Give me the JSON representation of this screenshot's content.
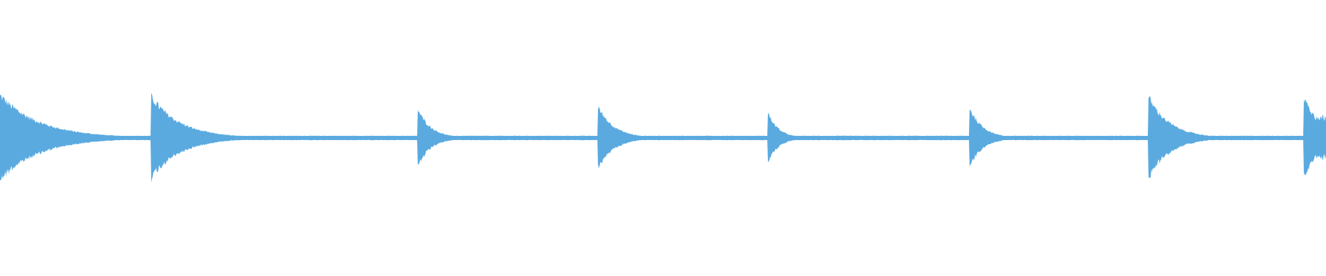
{
  "waveform": {
    "color": "#5aaae0",
    "background": "#ffffff",
    "baseline_amplitude": 0.05,
    "onsets": [
      {
        "position": 0.0,
        "amplitude": 1.0,
        "decay": 0.03
      },
      {
        "position": 0.114,
        "amplitude": 0.97,
        "decay": 0.022
      },
      {
        "position": 0.315,
        "amplitude": 0.68,
        "decay": 0.01
      },
      {
        "position": 0.451,
        "amplitude": 0.74,
        "decay": 0.012
      },
      {
        "position": 0.579,
        "amplitude": 0.6,
        "decay": 0.008
      },
      {
        "position": 0.731,
        "amplitude": 0.72,
        "decay": 0.01
      },
      {
        "position": 0.866,
        "amplitude": 0.97,
        "decay": 0.016
      },
      {
        "position": 0.983,
        "amplitude": 1.0,
        "decay": 0.012,
        "sustain": 0.55
      }
    ]
  }
}
